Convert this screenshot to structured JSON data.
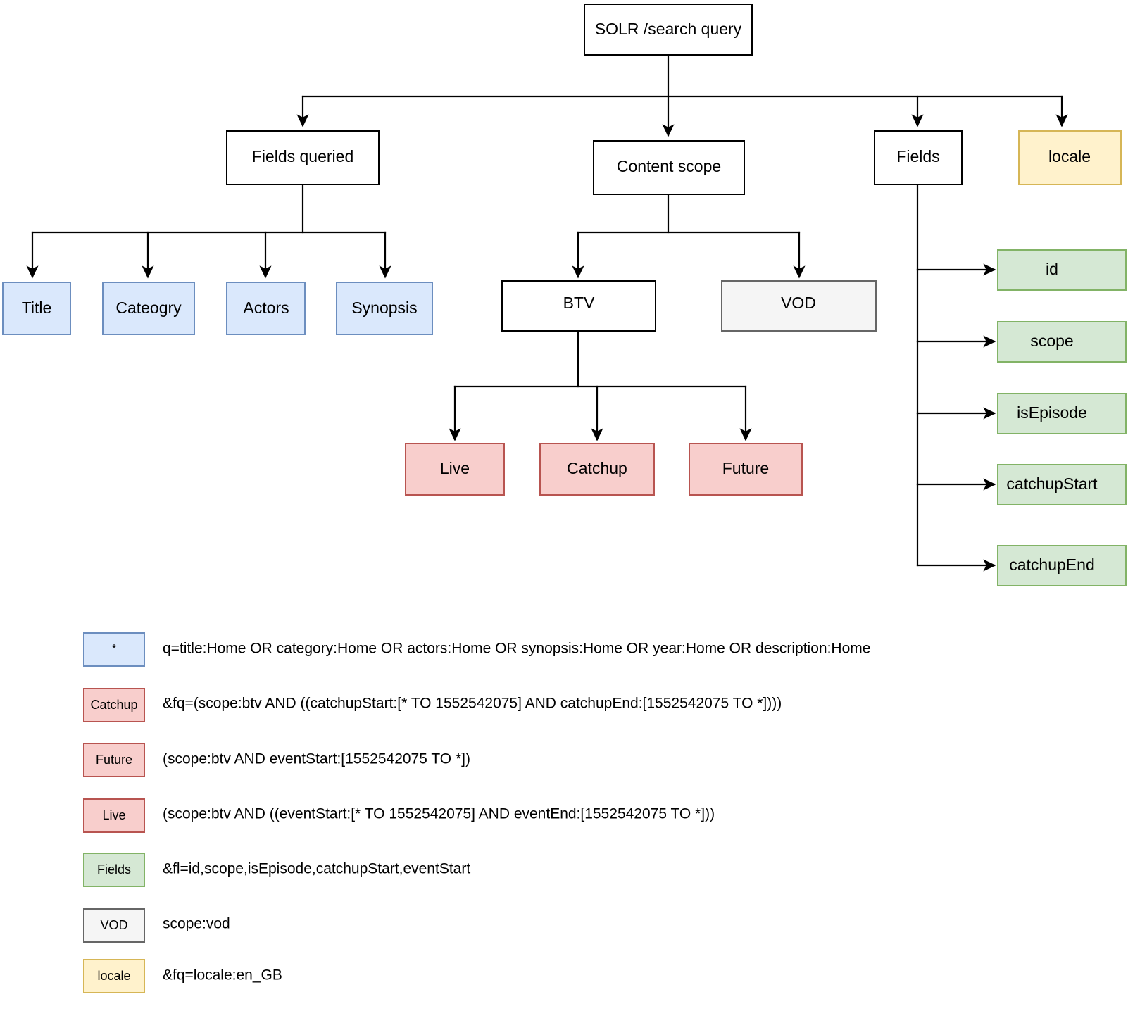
{
  "diagram": {
    "title": "SOLR /search query",
    "colors": {
      "plain_fill": "#ffffff",
      "plain_stroke": "#000000",
      "blue_fill": "#dae8fc",
      "blue_stroke": "#6c8ebf",
      "red_fill": "#f8cecc",
      "red_stroke": "#b85450",
      "green_fill": "#d5e8d4",
      "green_stroke": "#82b366",
      "yellow_fill": "#fff2cc",
      "yellow_stroke": "#d6b656",
      "grey_fill": "#f5f5f5",
      "grey_stroke": "#666666",
      "edge": "#000000"
    },
    "root": {
      "label": "SOLR /search query"
    },
    "level1": [
      {
        "label": "Fields queried",
        "style": "plain"
      },
      {
        "label": "Content scope",
        "style": "plain"
      },
      {
        "label": "Fields",
        "style": "plain"
      },
      {
        "label": "locale",
        "style": "yellow"
      }
    ],
    "fields_queried": [
      {
        "label": "Title",
        "style": "blue"
      },
      {
        "label": "Cateogry",
        "style": "blue"
      },
      {
        "label": "Actors",
        "style": "blue"
      },
      {
        "label": "Synopsis",
        "style": "blue"
      }
    ],
    "content_scope": [
      {
        "label": "BTV",
        "style": "plain"
      },
      {
        "label": "VOD",
        "style": "grey"
      }
    ],
    "btv_children": [
      {
        "label": "Live",
        "style": "red"
      },
      {
        "label": "Catchup",
        "style": "red"
      },
      {
        "label": "Future",
        "style": "red"
      }
    ],
    "fields_children": [
      {
        "label": "id",
        "style": "green"
      },
      {
        "label": "scope",
        "style": "green"
      },
      {
        "label": "isEpisode",
        "style": "green"
      },
      {
        "label": "catchupStart",
        "style": "green"
      },
      {
        "label": "catchupEnd",
        "style": "green"
      }
    ]
  },
  "legend": [
    {
      "swatch": "*",
      "style": "blue",
      "text": "q=title:Home OR category:Home OR actors:Home OR synopsis:Home OR year:Home OR description:Home"
    },
    {
      "swatch": "Catchup",
      "style": "red",
      "text": "&fq=(scope:btv AND ((catchupStart:[* TO 1552542075] AND catchupEnd:[1552542075 TO *])))"
    },
    {
      "swatch": "Future",
      "style": "red",
      "text": "(scope:btv AND eventStart:[1552542075 TO *])"
    },
    {
      "swatch": "Live",
      "style": "red",
      "text": "(scope:btv AND ((eventStart:[* TO 1552542075] AND eventEnd:[1552542075 TO *]))"
    },
    {
      "swatch": "Fields",
      "style": "green",
      "text": "&fl=id,scope,isEpisode,catchupStart,eventStart"
    },
    {
      "swatch": "VOD",
      "style": "grey",
      "text": "scope:vod"
    },
    {
      "swatch": "locale",
      "style": "yellow",
      "text": "&fq=locale:en_GB"
    }
  ]
}
